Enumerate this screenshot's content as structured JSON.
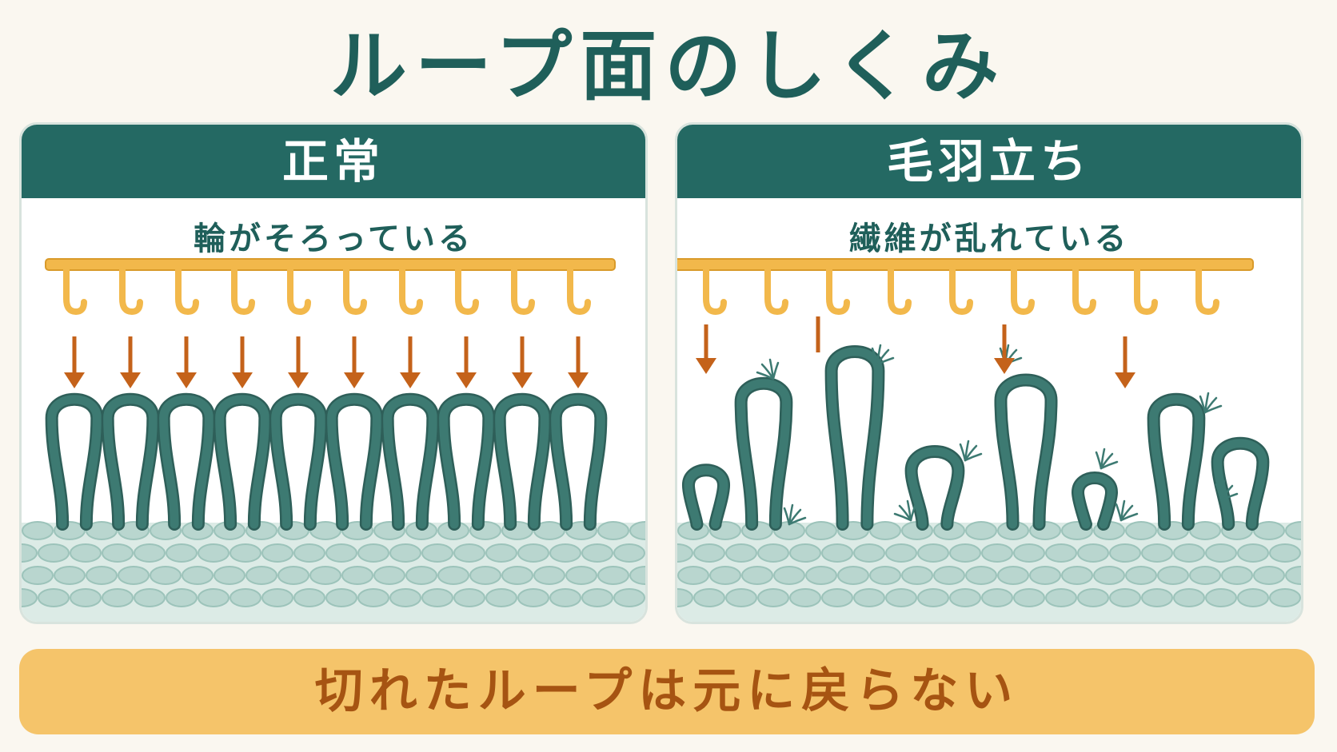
{
  "title": "ループ面のしくみ",
  "panels": {
    "normal": {
      "header": "正常",
      "subtitle": "輪がそろっている"
    },
    "fuzz": {
      "header": "毛羽立ち",
      "subtitle": "繊維が乱れている"
    }
  },
  "footer": "切れたループは元に戻らない",
  "colors": {
    "teal_dark": "#246963",
    "loop": "#3d7a72",
    "hook_gold": "#f2b84b",
    "arrow": "#c4621a",
    "base_weave": "#b9d6cf",
    "footer_bg": "#f5c46a",
    "footer_text": "#a65412"
  }
}
